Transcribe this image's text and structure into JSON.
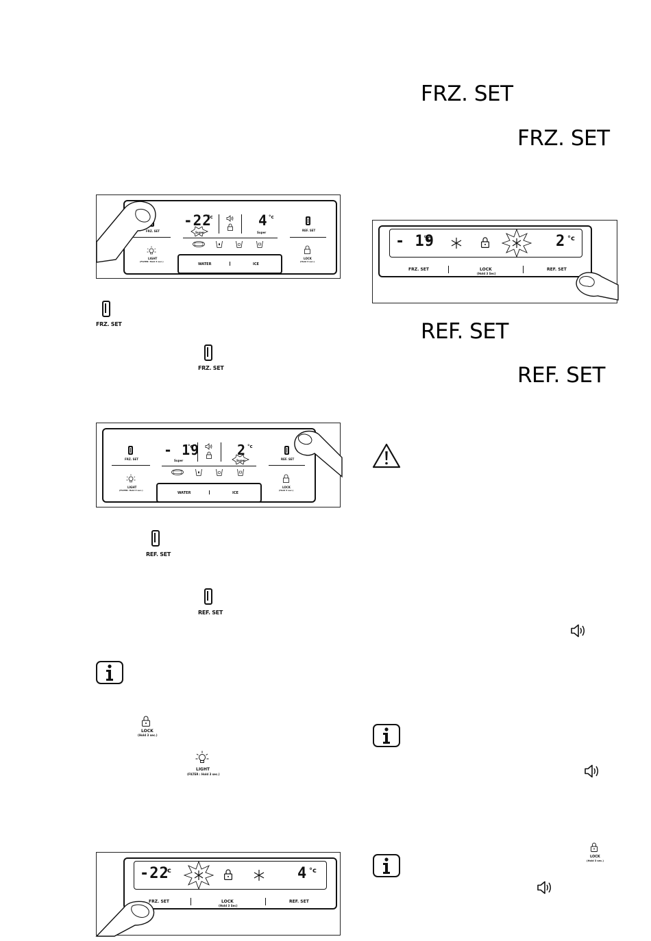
{
  "right_labels": {
    "frz_set_1": "FRZ. SET",
    "frz_set_2": "FRZ. SET",
    "ref_set_1": "REF. SET",
    "ref_set_2": "REF. SET"
  },
  "figure1": {
    "freezer_temp": "-22",
    "fridge_temp": "4",
    "deg": "°c",
    "frz_set": "FRZ. SET",
    "ref_set": "REF. SET",
    "super_left": "Super",
    "super_right": "Super",
    "light": "LIGHT",
    "light_sub": "(FILTER: Hold 3 sec.)",
    "lock": "LOCK",
    "lock_sub": "(Hold 3 sec.)",
    "water": "WATER",
    "ice": "ICE"
  },
  "figure2": {
    "freezer_temp": "- 19",
    "fridge_temp": "2",
    "deg": "°c",
    "frz_set": "FRZ. SET",
    "ref_set": "REF. SET",
    "super_left": "Super",
    "super_right": "Super",
    "light": "LIGHT",
    "light_sub": "(FILTER: Hold 3 sec.)",
    "lock": "LOCK",
    "lock_sub": "(Hold 3 sec.)",
    "water": "WATER",
    "ice": "ICE"
  },
  "figure3": {
    "freezer_temp": "-22",
    "fridge_temp": "4",
    "deg": "°c",
    "frz_set": "FRZ. SET",
    "lock": "LOCK",
    "lock_sub": "(Hold 3 Sec)",
    "ref_set": "REF. SET"
  },
  "figure4": {
    "freezer_temp": "- 19",
    "fridge_temp": "2",
    "deg": "°c",
    "frz_set": "FRZ. SET",
    "lock": "LOCK",
    "lock_sub": "(Hold 3 Sec)",
    "ref_set": "REF. SET"
  },
  "inline_icons": {
    "frz_set_a": "FRZ. SET",
    "frz_set_b": "FRZ. SET",
    "ref_set_a": "REF. SET",
    "ref_set_b": "REF. SET",
    "lock": "LOCK",
    "lock_sub": "(Hold 3 sec.)",
    "light": "LIGHT",
    "light_sub": "(FILTER : Hold 3 sec.)",
    "lock_right": "LOCK",
    "lock_right_sub": "(Hold 3 sec.)"
  },
  "icons": {
    "warning": "warning-triangle-icon",
    "info": "info-icon",
    "sound": "speaker-icon",
    "lock": "padlock-icon",
    "light": "light-bulb-icon",
    "snowflake": "snowflake-icon",
    "finger": "finger-press-icon"
  }
}
